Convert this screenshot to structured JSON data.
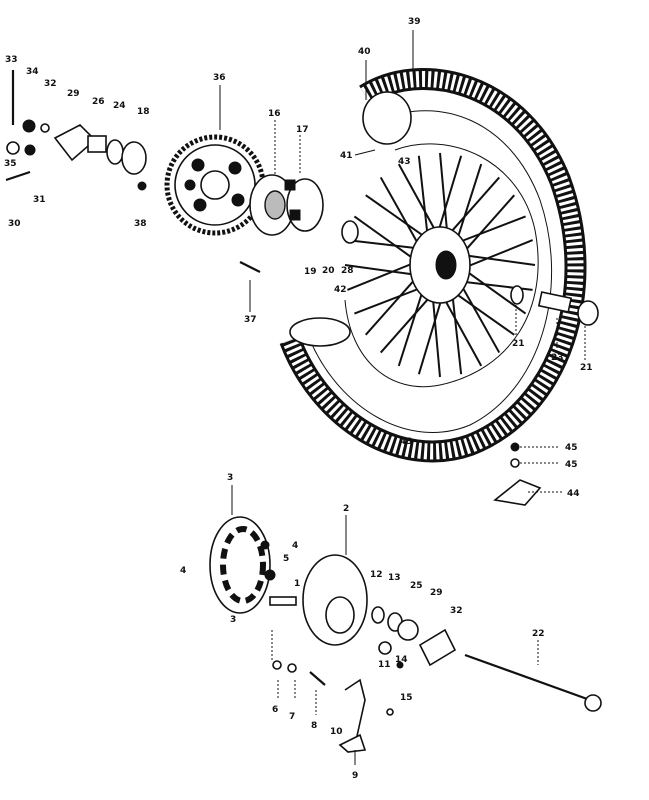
{
  "labels": {
    "l1": "1",
    "l2": "2",
    "l3a": "3",
    "l3b": "3",
    "l4a": "4",
    "l4b": "4",
    "l5": "5",
    "l6": "6",
    "l7": "7",
    "l8": "8",
    "l9": "9",
    "l10": "10",
    "l11": "11",
    "l12": "12",
    "l13": "13",
    "l14": "14",
    "l15": "15",
    "l16": "16",
    "l17": "17",
    "l18": "18",
    "l19": "19",
    "l20": "20",
    "l21a": "21",
    "l21b": "21",
    "l22": "22",
    "l23": "23",
    "l24": "24",
    "l25": "25",
    "l26": "26",
    "l28": "28",
    "l29a": "29",
    "l29b": "29",
    "l30": "30",
    "l31": "31",
    "l32a": "32",
    "l32b": "32",
    "l33": "33",
    "l34": "34",
    "l35": "35",
    "l36": "36",
    "l37": "37",
    "l38": "38",
    "l39": "39",
    "l40": "40",
    "l41": "41",
    "l42": "42",
    "l43a": "43",
    "l43b": "43",
    "l44": "44",
    "l45a": "45",
    "l45b": "45"
  }
}
